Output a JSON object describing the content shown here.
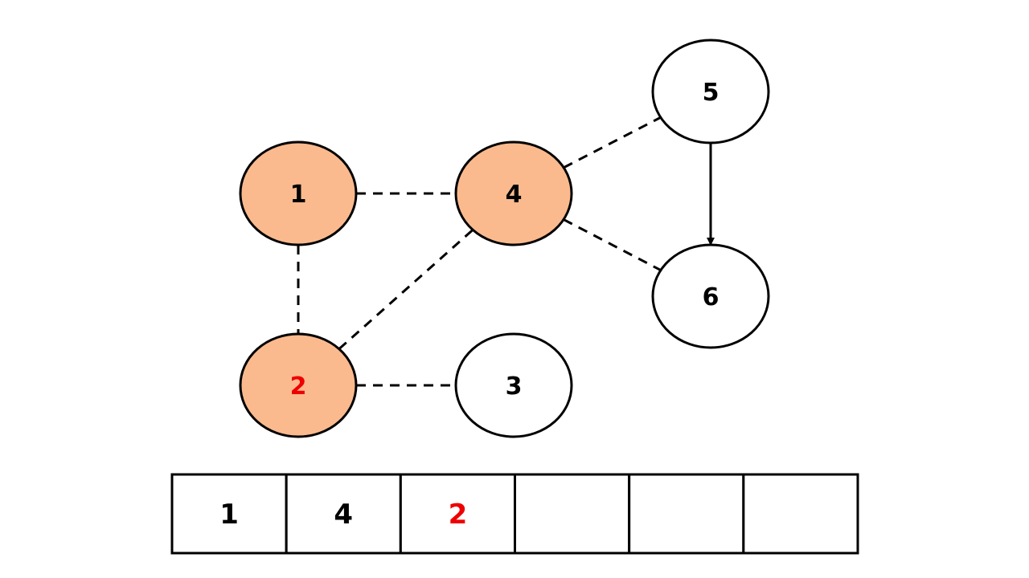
{
  "colors": {
    "visited_fill": "#FBBA8E",
    "unvisited_fill": "#FFFFFF",
    "stroke": "#000000",
    "text": "#000000",
    "highlight_text": "#EE0000"
  },
  "graph": {
    "nodes": [
      {
        "id": "1",
        "label": "1",
        "visited": true,
        "highlight": false
      },
      {
        "id": "2",
        "label": "2",
        "visited": true,
        "highlight": true
      },
      {
        "id": "3",
        "label": "3",
        "visited": false,
        "highlight": false
      },
      {
        "id": "4",
        "label": "4",
        "visited": true,
        "highlight": false
      },
      {
        "id": "5",
        "label": "5",
        "visited": false,
        "highlight": false
      },
      {
        "id": "6",
        "label": "6",
        "visited": false,
        "highlight": false
      }
    ],
    "edges": [
      {
        "from": "1",
        "to": "4",
        "style": "dashed"
      },
      {
        "from": "1",
        "to": "2",
        "style": "dashed"
      },
      {
        "from": "2",
        "to": "4",
        "style": "dashed"
      },
      {
        "from": "2",
        "to": "3",
        "style": "dashed"
      },
      {
        "from": "4",
        "to": "5",
        "style": "dashed"
      },
      {
        "from": "4",
        "to": "6",
        "style": "dashed"
      },
      {
        "from": "5",
        "to": "6",
        "style": "solid-arrow"
      }
    ]
  },
  "queue": {
    "cells": [
      {
        "value": "1",
        "highlight": false
      },
      {
        "value": "4",
        "highlight": false
      },
      {
        "value": "2",
        "highlight": true
      },
      {
        "value": "",
        "highlight": false
      },
      {
        "value": "",
        "highlight": false
      },
      {
        "value": "",
        "highlight": false
      }
    ]
  }
}
